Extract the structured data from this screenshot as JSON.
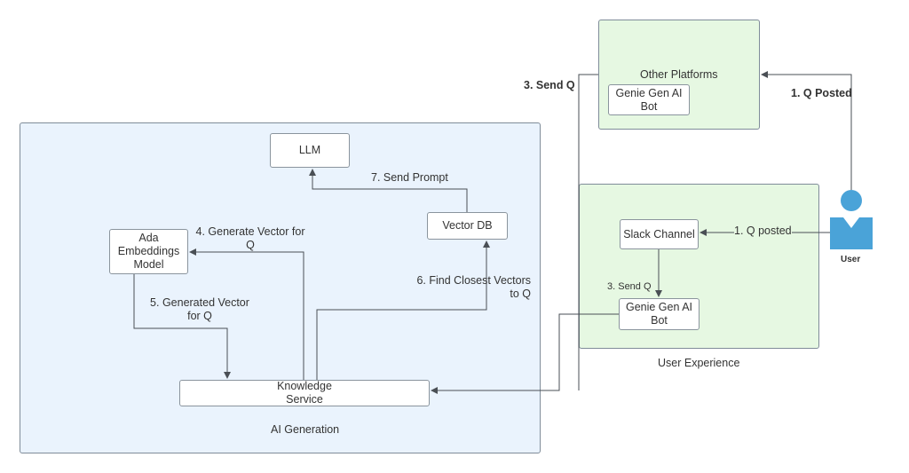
{
  "regions": {
    "ai_generation": "AI Generation",
    "user_experience": "User Experience"
  },
  "nodes": {
    "llm": "LLM",
    "vector_db": "Vector DB",
    "ada": "Ada Embeddings Model",
    "knowledge": "Knowledge Service",
    "slack": "Slack Channel",
    "genie_slack": "Genie Gen AI Bot",
    "genie_other": "Genie Gen AI Bot",
    "other_platforms": "Other Platforms",
    "user": "User"
  },
  "edges": {
    "send_prompt": "7. Send Prompt",
    "gen_vector": "4. Generate Vector for Q",
    "generated_vector": "5. Generated Vector for Q",
    "find_closest": "6. Find Closest Vectors to Q",
    "send_q_bold": "3. Send Q",
    "q_posted_bold": "1. Q Posted",
    "q_posted": "1. Q posted",
    "send_q": "3. Send Q"
  },
  "colors": {
    "ai_region": "#eaf3fd",
    "ux_region": "#e6f8e2",
    "user_icon": "#4aa3d8",
    "line": "#4a4f55"
  }
}
